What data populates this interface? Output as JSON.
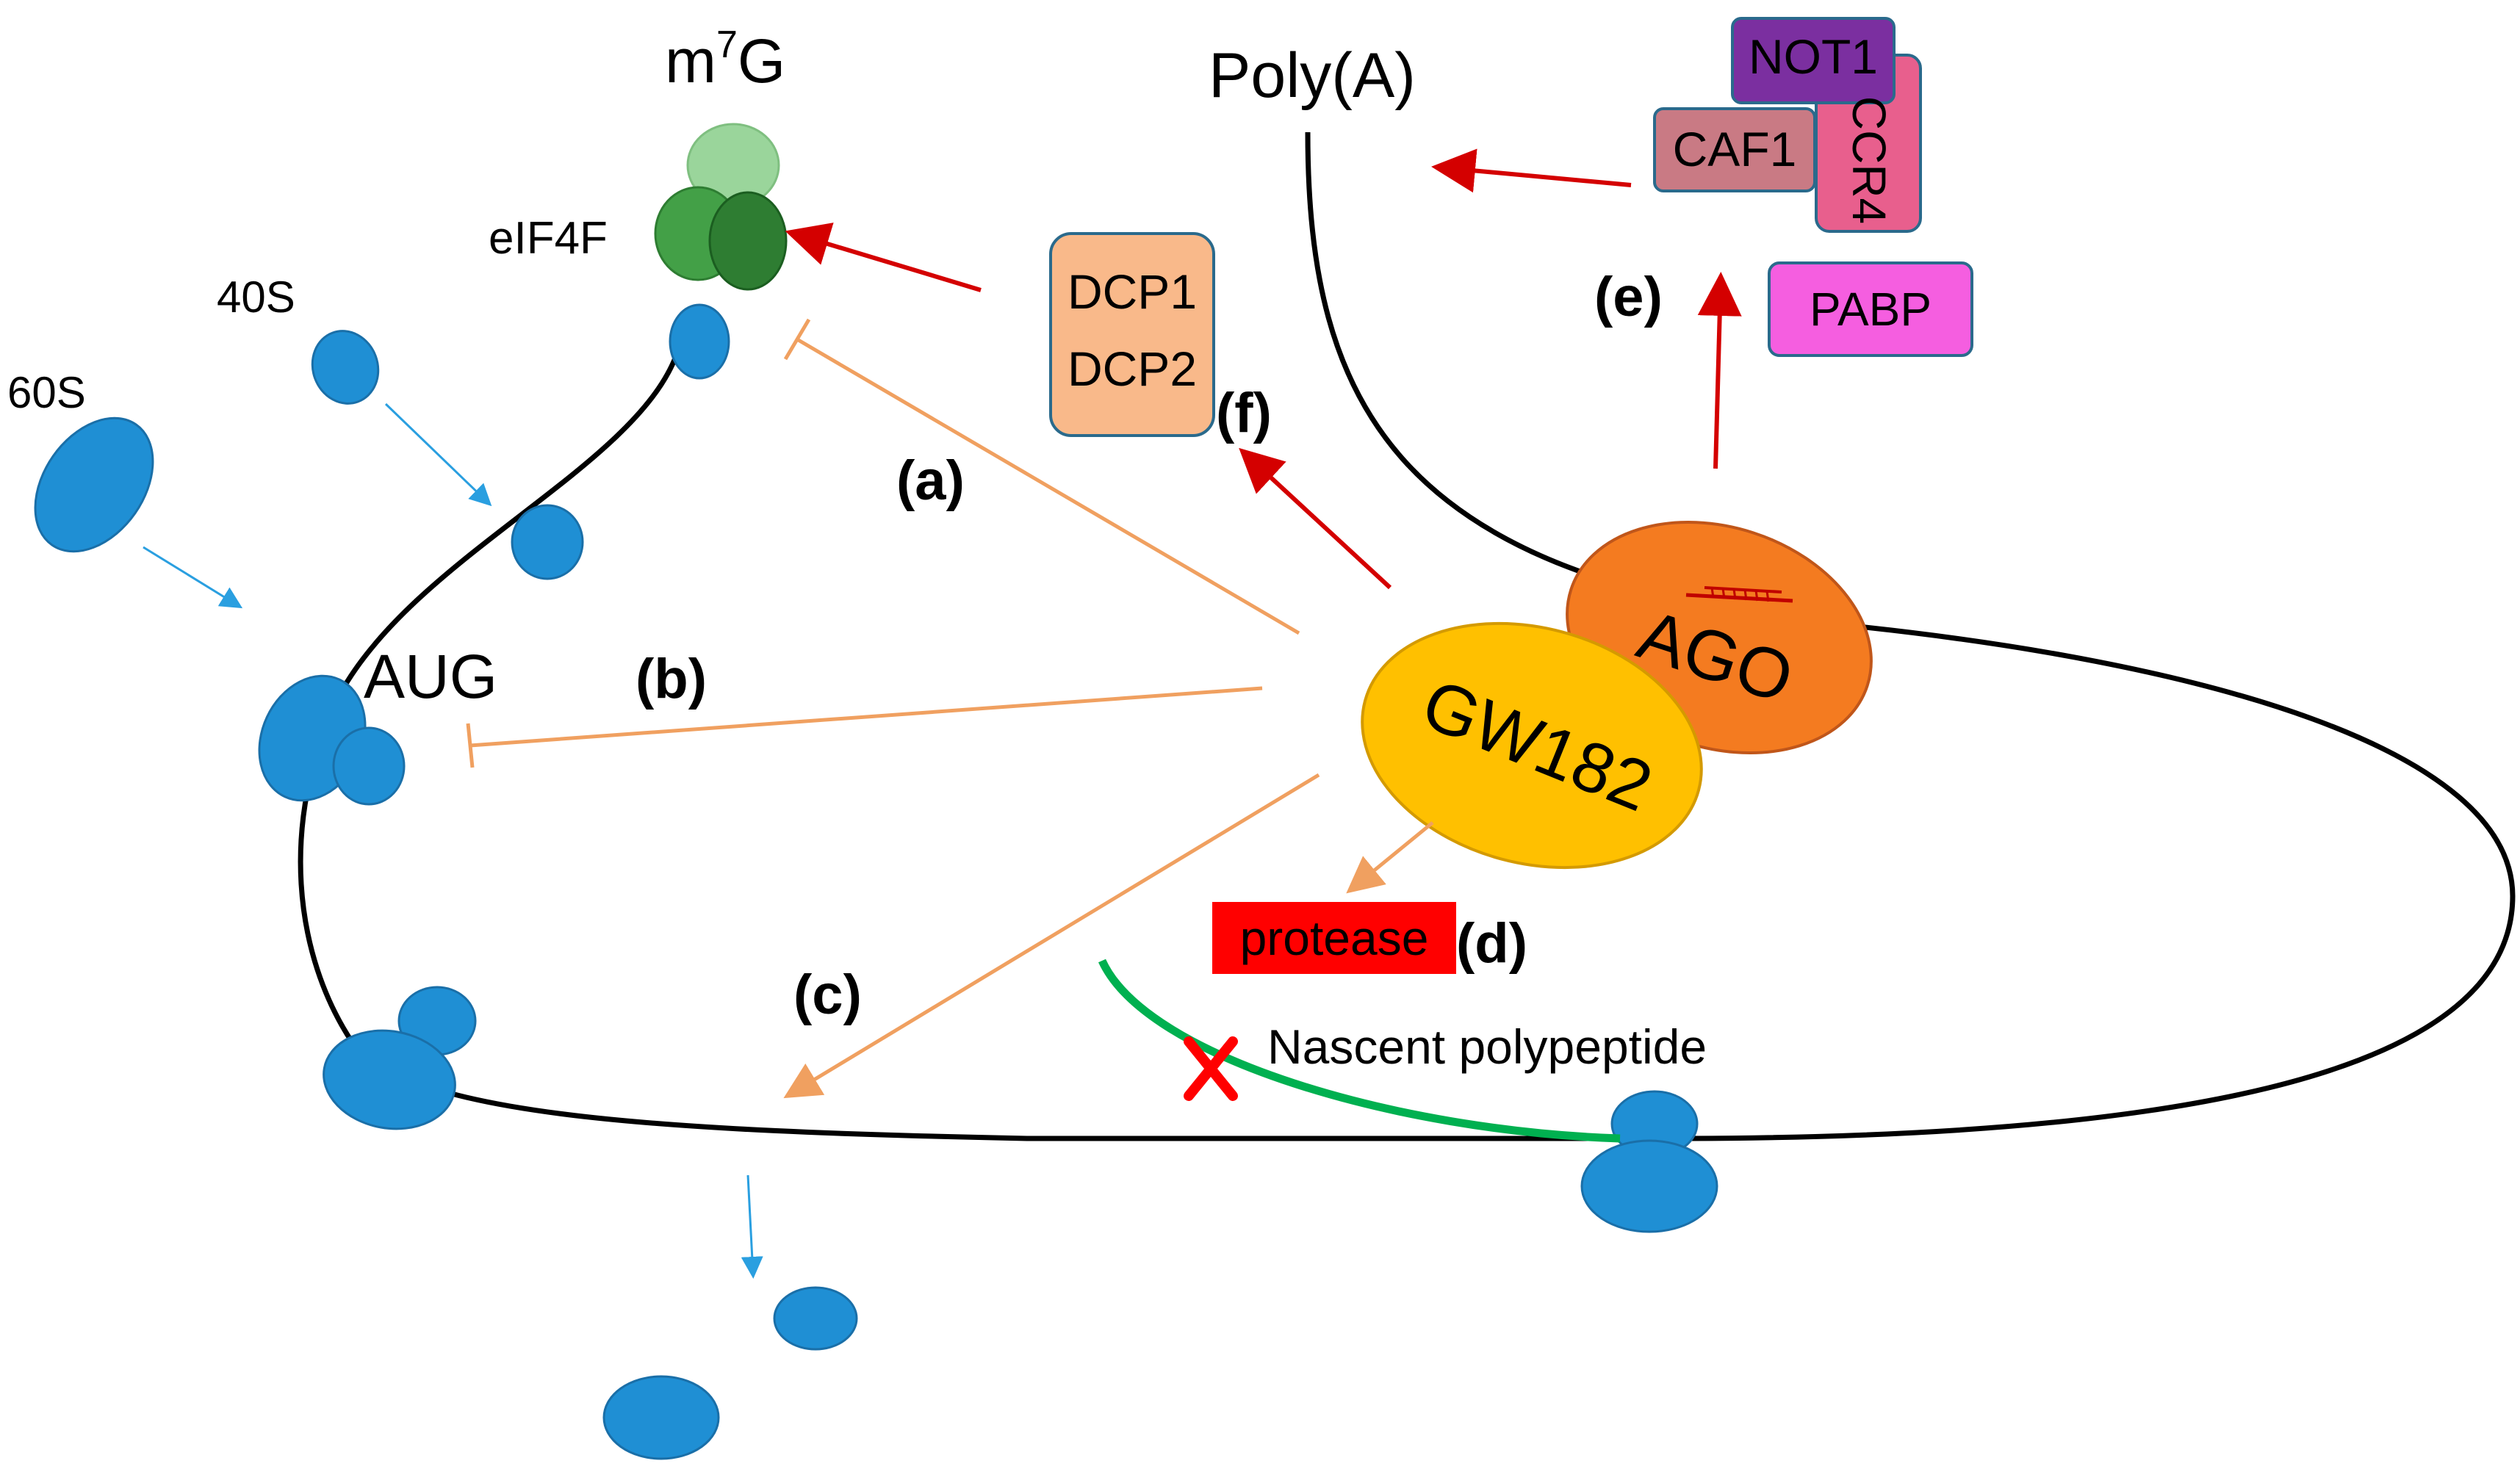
{
  "labels": {
    "m7g_base": "m",
    "m7g_sup": "7",
    "m7g_tail": "G",
    "polya": "Poly(A)",
    "eif4f": "eIF4F",
    "s40": "40S",
    "s60": "60S",
    "aug": "AUG",
    "nascent": "Nascent polypeptide"
  },
  "proteins": {
    "not1": "NOT1",
    "caf1": "CAF1",
    "ccr4": "CCR4",
    "pabp": "PABP",
    "dcp1": "DCP1",
    "dcp2": "DCP2",
    "ago": "AGO",
    "gw182": "GW182",
    "protease": "protease"
  },
  "mechanisms": {
    "a": "(a)",
    "b": "(b)",
    "c": "(c)",
    "d": "(d)",
    "e": "(e)",
    "f": "(f)"
  },
  "colors": {
    "ribosome": "#1f8fd4",
    "ribosome_stroke": "#1a6fa8",
    "eif4f_dark": "#2e7d32",
    "eif4f_mid": "#43a047",
    "eif4f_light": "#9ad59b",
    "activation_arrow": "#d40000",
    "inhibition": "#f0a060",
    "ribosome_arrow": "#2a9fe0",
    "dcp_box": "#f9b98a",
    "not1": "#7b2fa0",
    "caf1": "#c97a84",
    "ccr4": "#e85f8d",
    "pabp": "#f55ee0",
    "ago": "#f47b20",
    "gw182": "#ffc000",
    "protease": "#ff0000",
    "nascent": "#00b050",
    "block_x": "#ff0000"
  }
}
